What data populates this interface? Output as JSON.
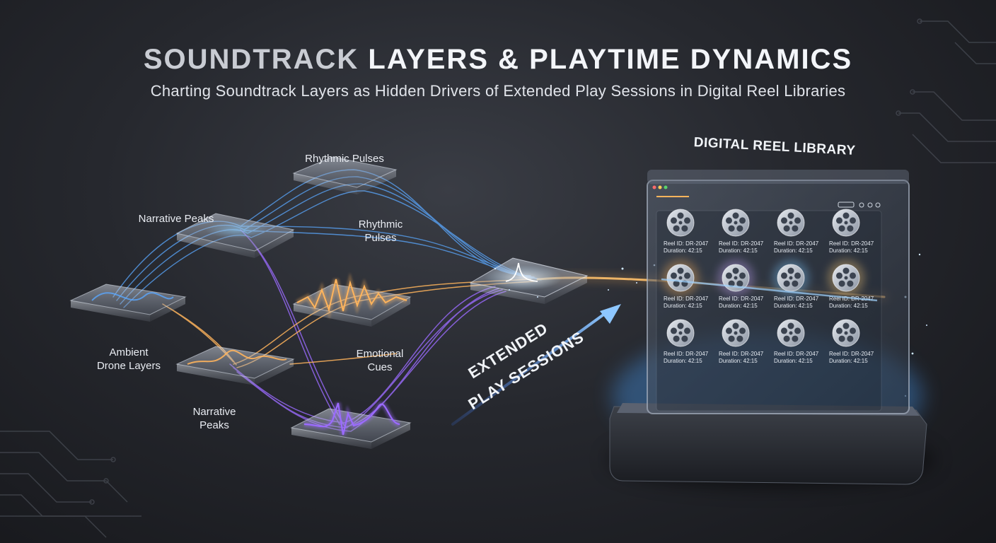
{
  "header": {
    "title_part1": "SOUNDTRACK",
    "title_part2": "LAYERS & PLAYTIME DYNAMICS",
    "subtitle": "Charting Soundtrack Layers as Hidden Drivers of Extended Play Sessions in Digital Reel Libraries"
  },
  "diagram": {
    "layer_labels": {
      "rhythmic_top": "Rhythmic Pulses",
      "narrative_top": "Narrative Peaks",
      "rhythmic_mid": [
        "Rhythmic",
        "Pulses"
      ],
      "ambient": [
        "Ambient",
        "Drone Layers"
      ],
      "emotional": [
        "Emotional",
        "Cues"
      ],
      "narrative_bottom": [
        "Narrative",
        "Peaks"
      ]
    },
    "flow_label": [
      "EXTENDED",
      "PLAY SESSIONS"
    ]
  },
  "library": {
    "title": "DIGITAL REEL LIBRARY",
    "reels": [
      {
        "id": "Reel ID: DR-2047",
        "duration": "Duration: 42:15"
      },
      {
        "id": "Reel ID: DR-2047",
        "duration": "Duration: 42:15"
      },
      {
        "id": "Reel ID: DR-2047",
        "duration": "Duration: 42:15"
      },
      {
        "id": "Reel ID: DR-2047",
        "duration": "Duration: 42:15"
      },
      {
        "id": "Reel ID: DR-2047",
        "duration": "Duration: 42:15"
      },
      {
        "id": "Reel ID: DR-2047",
        "duration": "Duration: 42:15"
      },
      {
        "id": "Reel ID: DR-2047",
        "duration": "Duration: 42:15"
      },
      {
        "id": "Reel ID: DR-2047",
        "duration": "Duration: 42:15"
      },
      {
        "id": "Reel ID: DR-2047",
        "duration": "Duration: 42:15"
      },
      {
        "id": "Reel ID: DR-2047",
        "duration": "Duration: 42:15"
      },
      {
        "id": "Reel ID: DR-2047",
        "duration": "Duration: 42:15"
      },
      {
        "id": "Reel ID: DR-2047",
        "duration": "Duration: 42:15"
      }
    ]
  },
  "colors": {
    "background": "#26282e",
    "blue_stream": "#5aa8ff",
    "orange_stream": "#ffb45c",
    "purple_stream": "#9b6bff",
    "screen_glow": "#7fc3ff"
  }
}
